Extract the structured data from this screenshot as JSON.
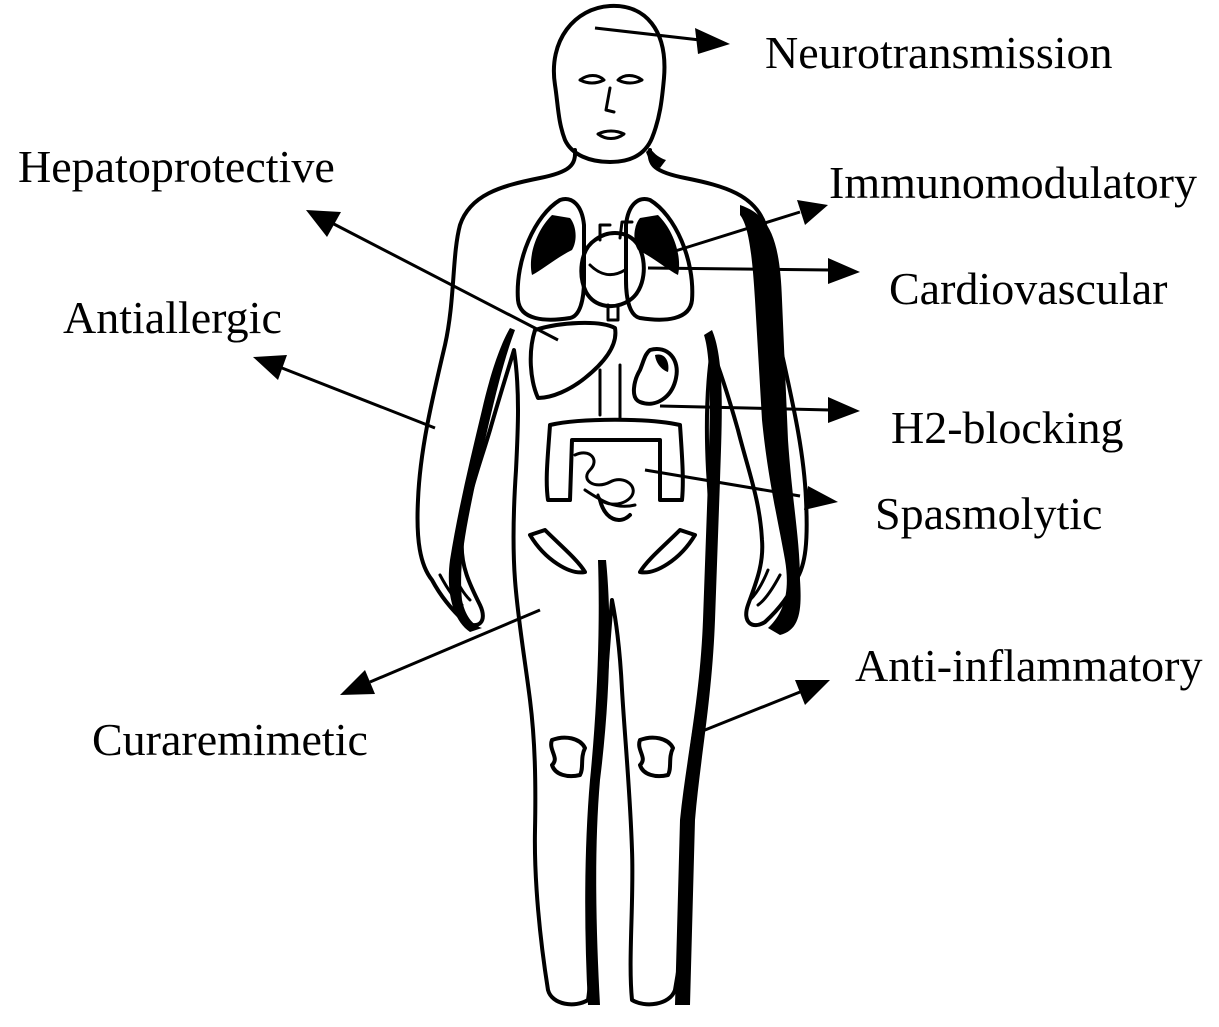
{
  "labels": {
    "neurotransmission": "Neurotransmission",
    "hepatoprotective": "Hepatoprotective",
    "immunomodulatory": "Immunomodulatory",
    "cardiovascular": "Cardiovascular",
    "antiallergic": "Antiallergic",
    "h2_blocking": "H2-blocking",
    "spasmolytic": "Spasmolytic",
    "anti_inflammatory": "Anti-inflammatory",
    "curaremimetic": "Curaremimetic"
  },
  "colors": {
    "ink": "#000000",
    "background": "#ffffff"
  }
}
